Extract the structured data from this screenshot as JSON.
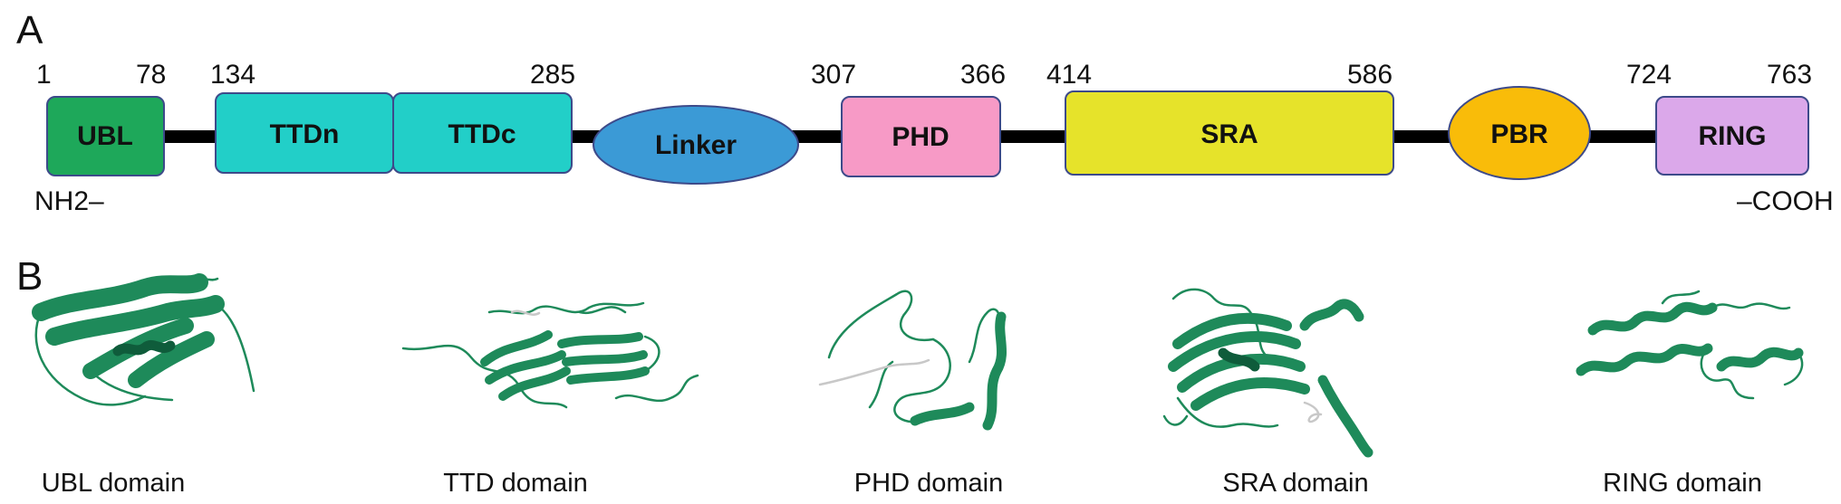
{
  "panel_labels": {
    "a": "A",
    "b": "B"
  },
  "termini": {
    "n": "NH2–",
    "c": "–COOH"
  },
  "domains": [
    {
      "label": "UBL",
      "color": "#1ea85a",
      "shape": "rect"
    },
    {
      "label": "TTDn",
      "color": "#22cfc8",
      "shape": "rect"
    },
    {
      "label": "TTDc",
      "color": "#22cfc8",
      "shape": "rect"
    },
    {
      "label": "Linker",
      "color": "#3b9ad6",
      "shape": "ellipse"
    },
    {
      "label": "PHD",
      "color": "#f79ac6",
      "shape": "rect"
    },
    {
      "label": "SRA",
      "color": "#e6e32a",
      "shape": "rect"
    },
    {
      "label": "PBR",
      "color": "#f9bc09",
      "shape": "ellipse"
    },
    {
      "label": "RING",
      "color": "#dba8ea",
      "shape": "rect"
    }
  ],
  "positions": [
    "1",
    "78",
    "134",
    "285",
    "307",
    "366",
    "414",
    "586",
    "724",
    "763"
  ],
  "structures": [
    {
      "caption": "UBL domain",
      "icon": "ubl-structure"
    },
    {
      "caption": "TTD domain",
      "icon": "ttd-structure"
    },
    {
      "caption": "PHD domain",
      "icon": "phd-structure"
    },
    {
      "caption": "SRA domain",
      "icon": "sra-structure"
    },
    {
      "caption": "RING domain",
      "icon": "ring-structure"
    }
  ]
}
